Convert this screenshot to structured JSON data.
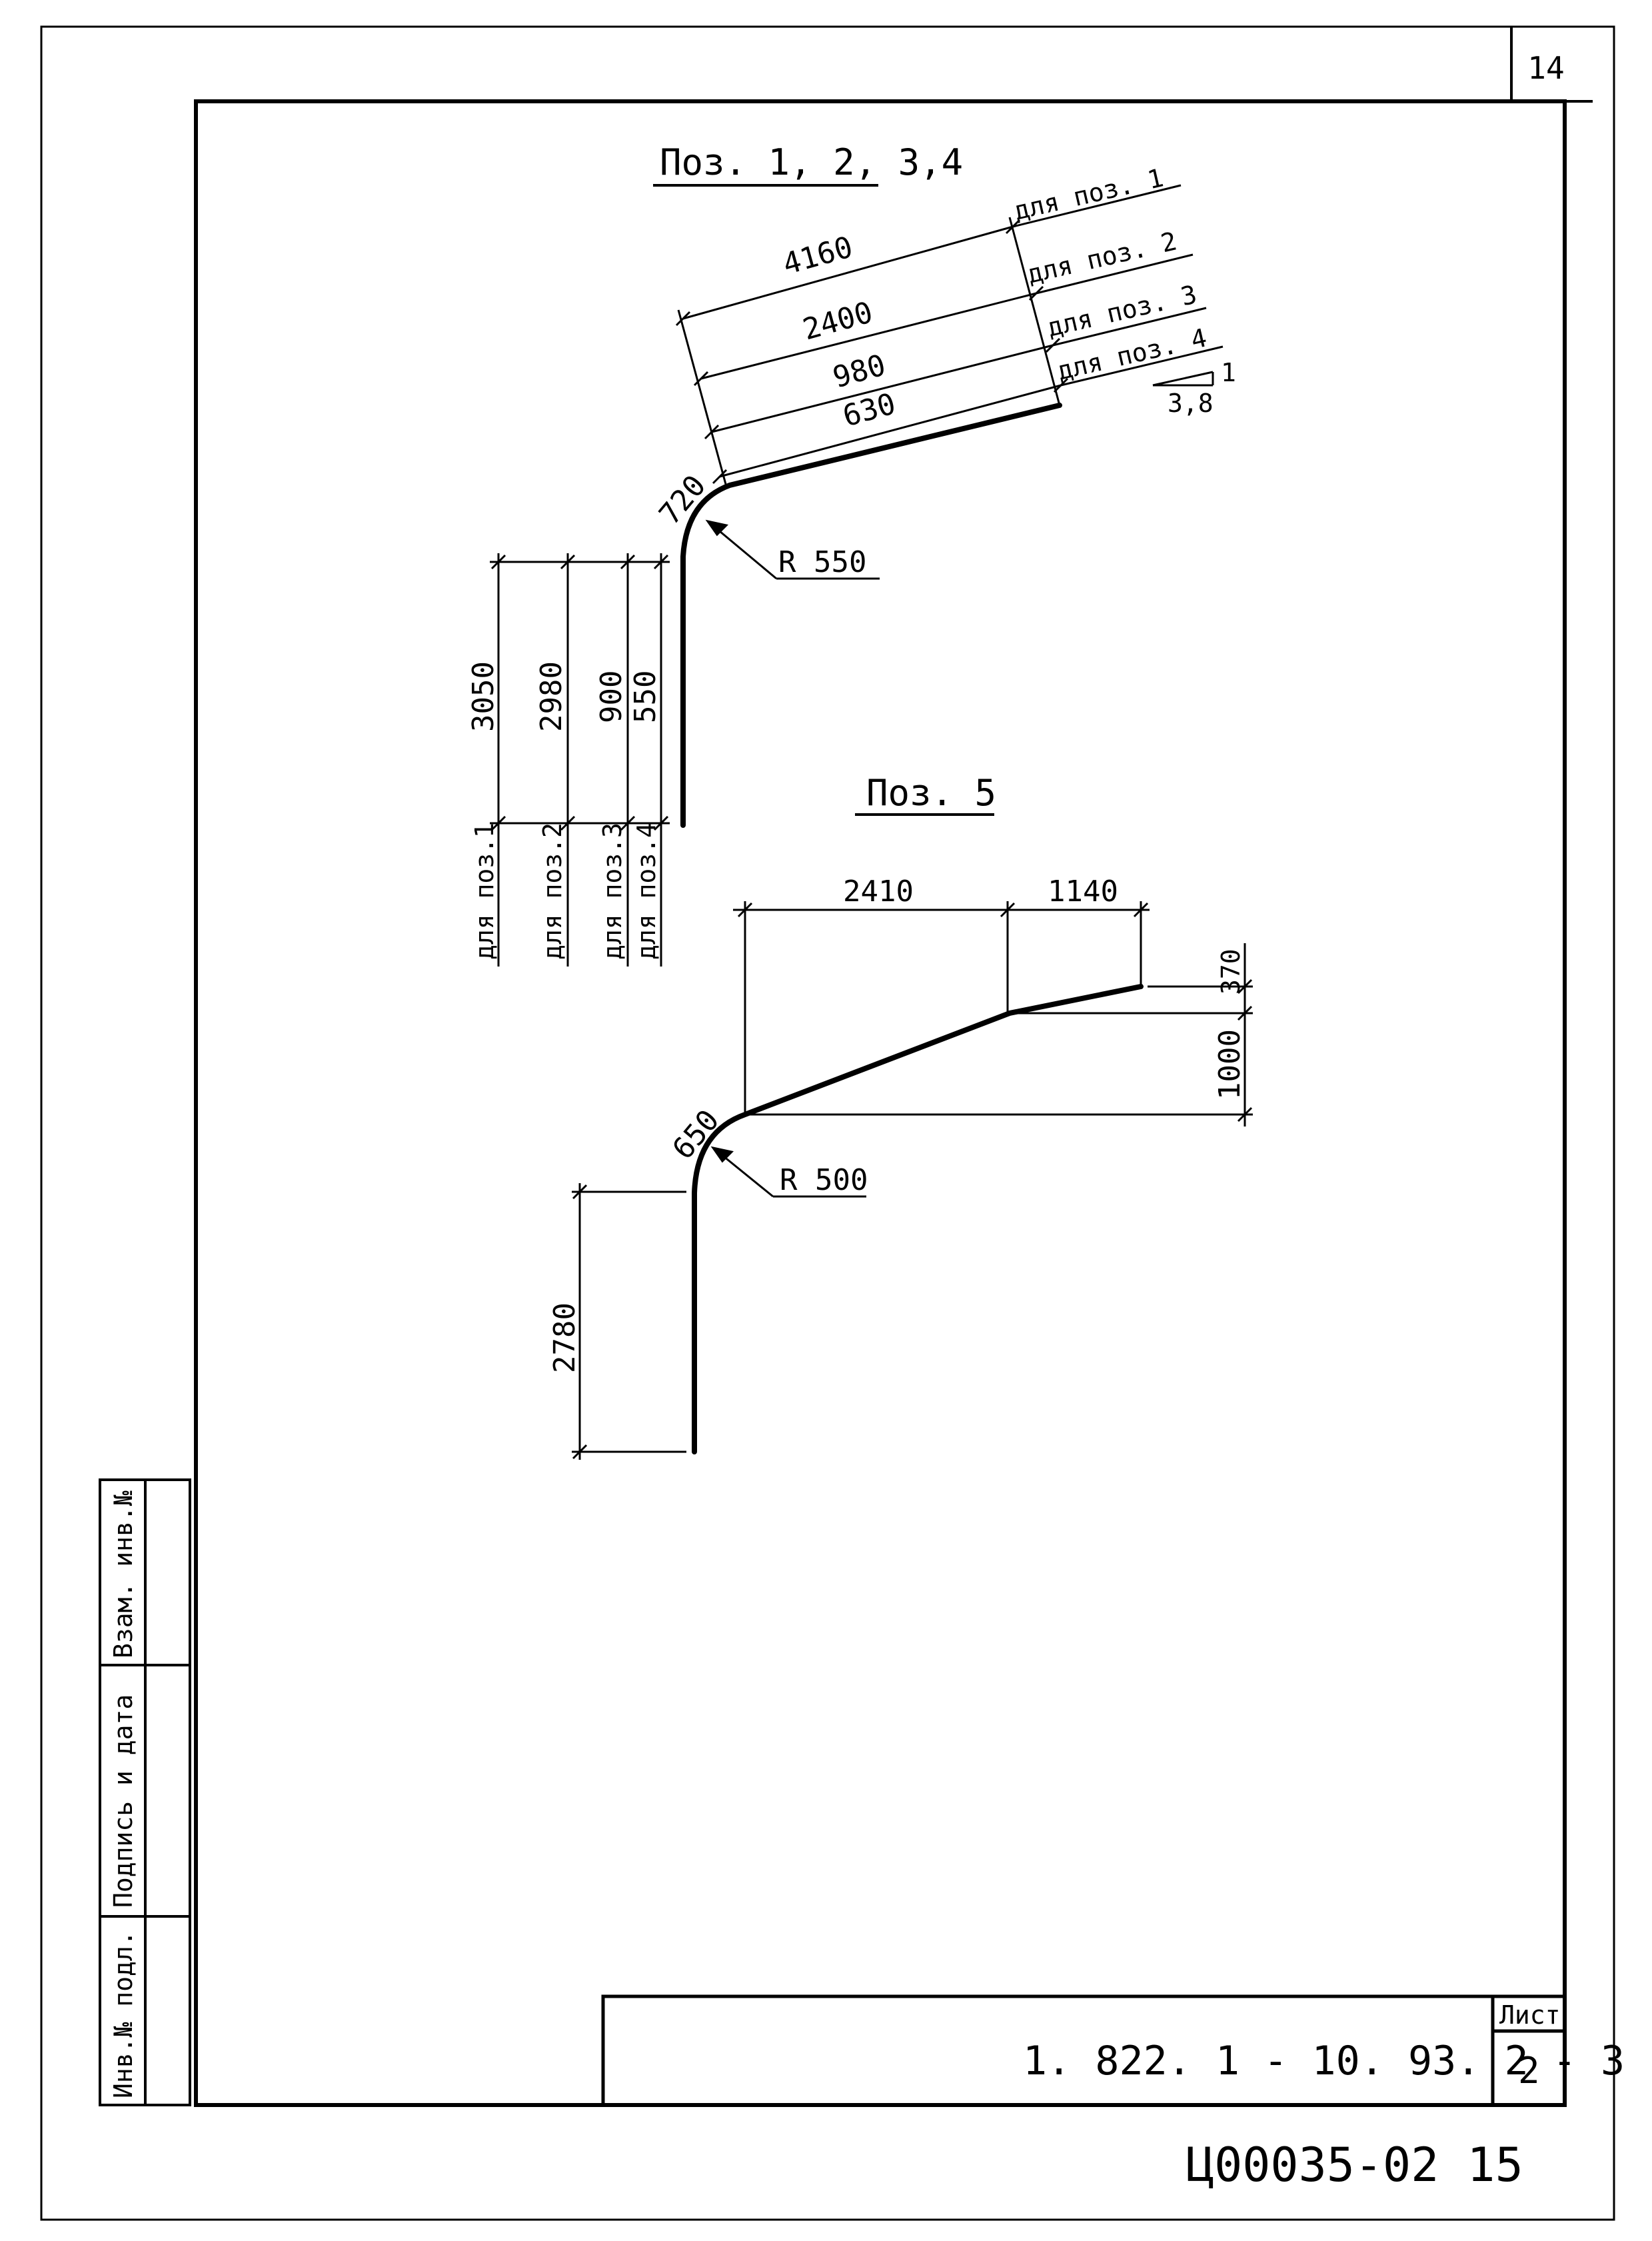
{
  "page_number": "14",
  "group1": {
    "title": "Поз. 1, 2, 3,4",
    "top_dims": [
      {
        "value": "4160",
        "for": "для поз. 1"
      },
      {
        "value": "2400",
        "for": "для поз. 2"
      },
      {
        "value": "980",
        "for": "для поз. 3"
      },
      {
        "value": "630",
        "for": "для поз. 4"
      }
    ],
    "slope": {
      "rise": "1",
      "run": "3,8"
    },
    "arc_length": "720",
    "radius": "R 550",
    "vertical_dims": [
      {
        "value": "3050",
        "for": "для поз.1"
      },
      {
        "value": "2980",
        "for": "для поз.2"
      },
      {
        "value": "900",
        "for": "для поз.3"
      },
      {
        "value": "550",
        "for": "для поз.4"
      }
    ]
  },
  "group2": {
    "title": "Поз. 5",
    "horizontal_dims": [
      "2410",
      "1140"
    ],
    "vertical_right_dims": [
      "370",
      "1000"
    ],
    "arc_length": "650",
    "radius": "R 500",
    "vertical_left_dim": "2780"
  },
  "side_stamp": {
    "col1": "Инв.№ подл.",
    "col2": "Подпись и дата",
    "col3": "Взам. инв.№"
  },
  "title_block": {
    "code": "1. 822. 1 - 10. 93. 2   - 3",
    "sheet_label": "Лист",
    "sheet_number": "2"
  },
  "archive_stamp": "Ц00035-02  15"
}
